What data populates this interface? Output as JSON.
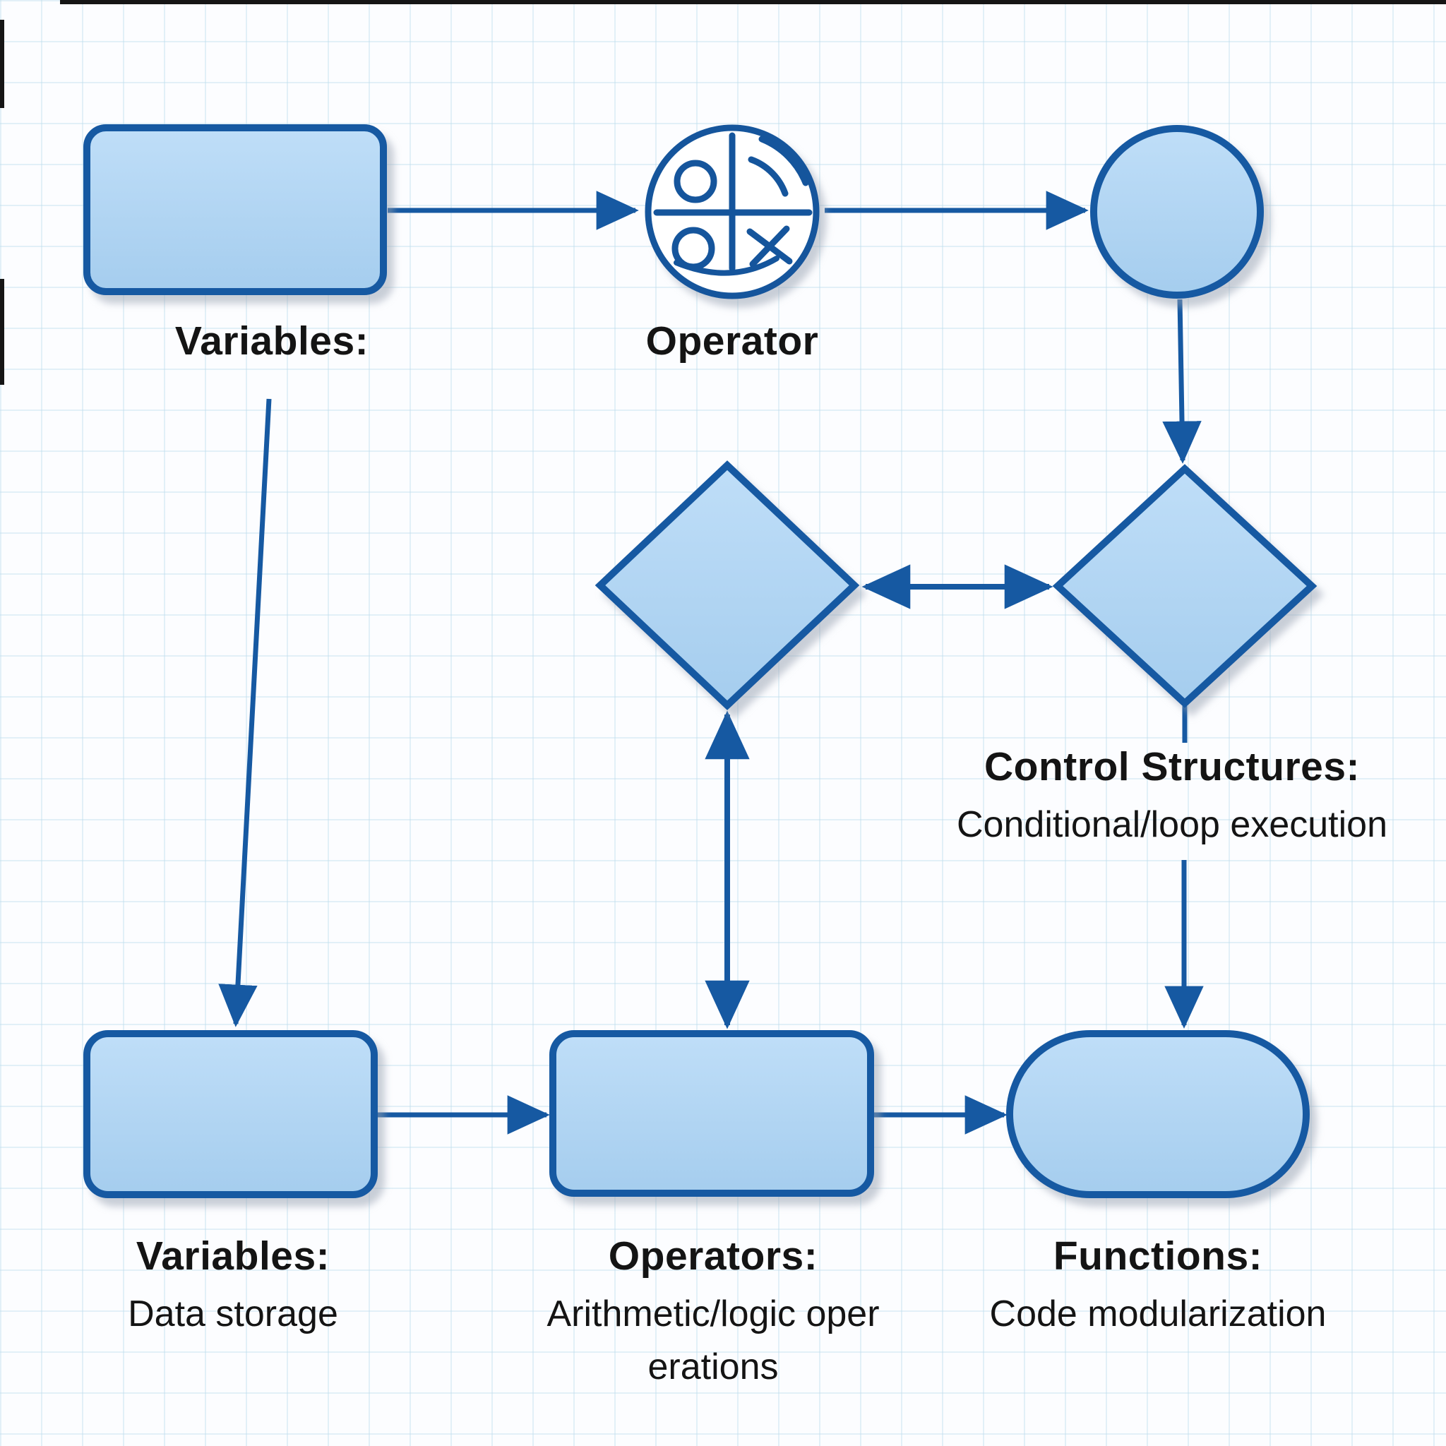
{
  "diagram": {
    "type": "flowchart",
    "topic": "programming-concepts",
    "nodes": {
      "variables_top": {
        "label": "Variables:",
        "shape": "rounded-rectangle"
      },
      "operator_icon": {
        "label": "Operator",
        "shape": "circle-icon",
        "icon": "operators-symbols-icon"
      },
      "state_circle": {
        "label": "",
        "shape": "circle"
      },
      "left_diamond": {
        "label": "",
        "shape": "diamond"
      },
      "control_structures": {
        "title": "Control Structures:",
        "subtitle": "Conditional/loop execution",
        "shape": "diamond"
      },
      "variables_bottom": {
        "title": "Variables:",
        "subtitle": "Data storage",
        "shape": "rounded-rectangle"
      },
      "operators_bottom": {
        "title": "Operators:",
        "subtitle_line1": "Arithmetic/logic oper",
        "subtitle_line2": "erations",
        "shape": "rounded-rectangle"
      },
      "functions": {
        "title": "Functions:",
        "subtitle": "Code modularization",
        "shape": "stadium"
      }
    },
    "edges": [
      {
        "from": "variables_top",
        "to": "operator_icon",
        "style": "arrow-right"
      },
      {
        "from": "operator_icon",
        "to": "state_circle",
        "style": "arrow-right"
      },
      {
        "from": "state_circle",
        "to": "control_structures",
        "style": "arrow-down"
      },
      {
        "from": "control_structures",
        "to": "left_diamond",
        "style": "double-headed-horizontal"
      },
      {
        "from": "left_diamond",
        "to": "operators_bottom",
        "style": "double-headed-vertical"
      },
      {
        "from": "variables_top",
        "to": "variables_bottom",
        "style": "arrow-down"
      },
      {
        "from": "control_structures",
        "to": "functions",
        "style": "arrow-down"
      },
      {
        "from": "variables_bottom",
        "to": "operators_bottom",
        "style": "arrow-right"
      },
      {
        "from": "operators_bottom",
        "to": "functions",
        "style": "arrow-right"
      }
    ],
    "colors": {
      "shape_fill": "#aed3f2",
      "shape_fill_light": "#bfdef8",
      "shape_border": "#1659a2",
      "arrow": "#1659a2",
      "text": "#141414",
      "grid": "#bcdcec",
      "background": "#fcfdff"
    }
  }
}
